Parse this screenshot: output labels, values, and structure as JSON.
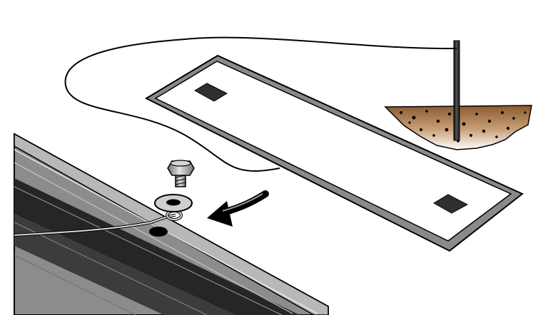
{
  "diagram": {
    "parts": [
      {
        "name": "ground-rod",
        "color": "#2b2b2b"
      },
      {
        "name": "soil",
        "color": "#9b6a3c"
      },
      {
        "name": "ground-wire",
        "color": "#000000"
      },
      {
        "name": "ground-plate",
        "color": "#ffffff"
      },
      {
        "name": "rail",
        "color": "#7d7d7d"
      },
      {
        "name": "bolt",
        "color": "#9a9a9a"
      },
      {
        "name": "washer",
        "color": "#d0d0d0"
      },
      {
        "name": "direction-arrow",
        "color": "#000000"
      }
    ]
  }
}
